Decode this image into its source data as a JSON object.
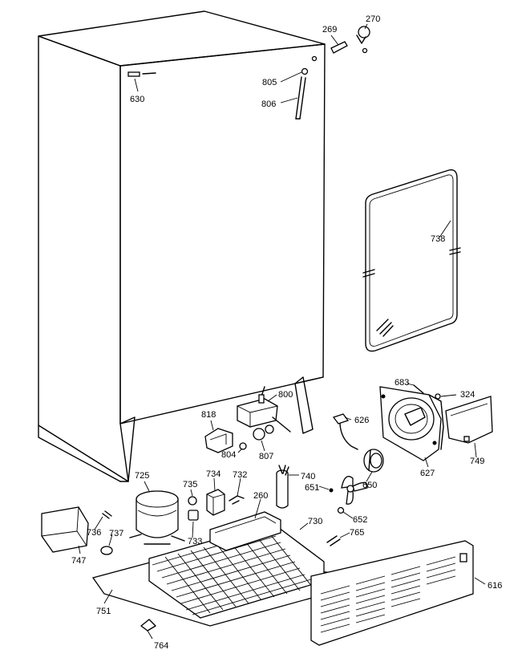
{
  "diagram": {
    "part_numbers": {
      "p269": "269",
      "p270": "270",
      "p805": "805",
      "p806": "806",
      "p630": "630",
      "p738": "738",
      "p683": "683",
      "p324": "324",
      "p800": "800",
      "p818": "818",
      "p626": "626",
      "p804": "804",
      "p807": "807",
      "p627": "627",
      "p749": "749",
      "p725": "725",
      "p735": "735",
      "p734": "734",
      "p732": "732",
      "p740": "740",
      "p651": "651",
      "p650": "650",
      "p260": "260",
      "p652": "652",
      "p736": "736",
      "p737": "737",
      "p733": "733",
      "p730": "730",
      "p765": "765",
      "p747": "747",
      "p751": "751",
      "p616": "616",
      "p764": "764"
    }
  }
}
